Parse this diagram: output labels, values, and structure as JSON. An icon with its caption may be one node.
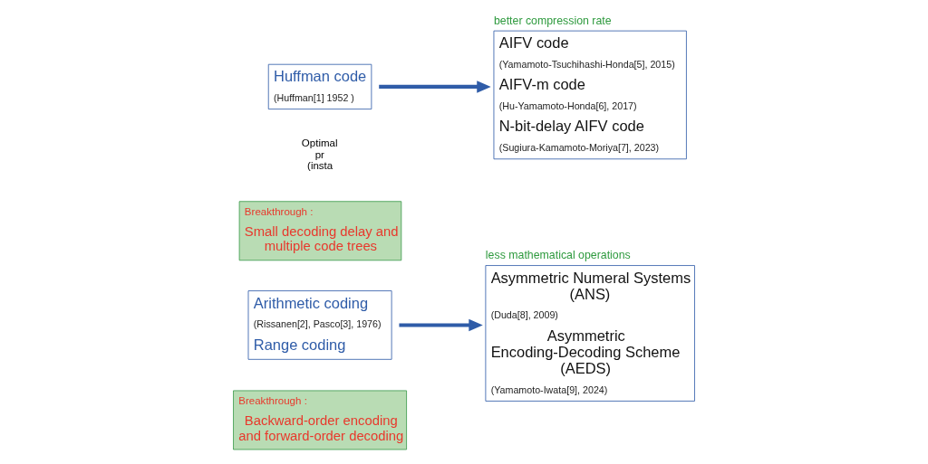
{
  "diagram": {
    "nodes": [
      {
        "text": [
          "Huffman code",
          "(Huffman[1] 1952 )"
        ]
      },
      {
        "text": [
          "Breakthrough :",
          "Small decoding delay and multiple code trees"
        ]
      },
      {
        "text": [
          "AIFV code",
          "(Yamamoto-Tsuchihashi-Honda[5], 2015)",
          "AIFV-m code",
          "(Hu-Yamamoto-Honda[6], 2017)",
          "N-bit-delay AIFV code",
          "(Sugiura-Kamamoto-Moriya[7], 2023)"
        ],
        "beside": [
          "better compression rate"
        ]
      },
      {
        "text": [
          "Arithmetic coding",
          "(Rissanen[2], Pasco[3], 1976)",
          "Range coding"
        ]
      },
      {
        "text": [
          "Breakthrough :",
          "Backward-order encoding and forward-order decoding"
        ]
      },
      {
        "text": [
          "Asymmetric Numeral Systems (ANS)",
          "(Duda[8], 2009)",
          "Asymmetric Encoding-Decoding Scheme (AEDS)",
          "(Yamamoto-Iwata[9], 2024)"
        ],
        "beside": [
          "less mathematical operations"
        ]
      }
    ],
    "edges": [
      {
        "from": 0,
        "to": 2,
        "arrow": "to"
      },
      {
        "from": 3,
        "to": 5,
        "arrow": "to"
      }
    ],
    "labels": [
      "Optimal",
      "pr",
      "(insta"
    ]
  }
}
